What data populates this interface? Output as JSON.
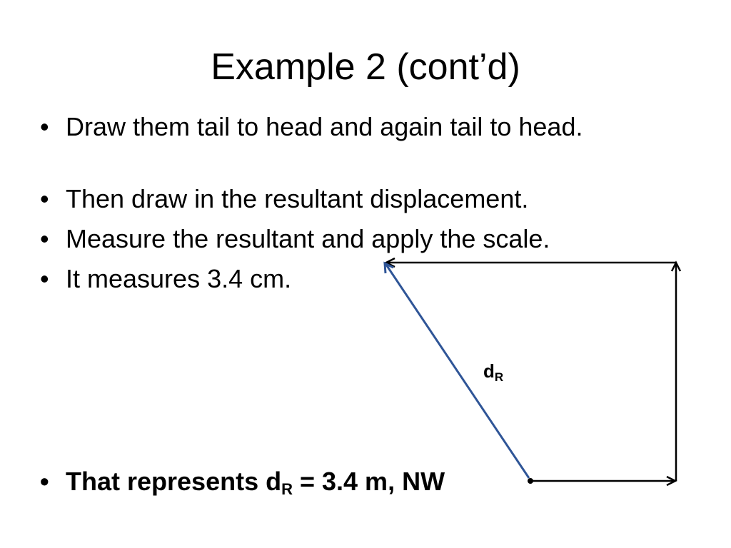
{
  "slide": {
    "title": "Example 2 (cont’d)",
    "bullet_glyph": "•",
    "bullets": [
      "Draw them tail to head and again tail to head.",
      "Then draw in the resultant displacement.",
      "Measure the resultant and apply the scale.",
      "It measures 3.4 cm."
    ],
    "final_bullet": {
      "prefix": "That represents d",
      "subscript": "R",
      "suffix": " = 3.4 m, NW"
    }
  },
  "diagram": {
    "label_main": "d",
    "label_sub": "R",
    "colors": {
      "resultant": "#2f5597",
      "components": "#000000"
    },
    "icons": [
      "arrowhead-icon",
      "origin-dot-icon"
    ]
  }
}
